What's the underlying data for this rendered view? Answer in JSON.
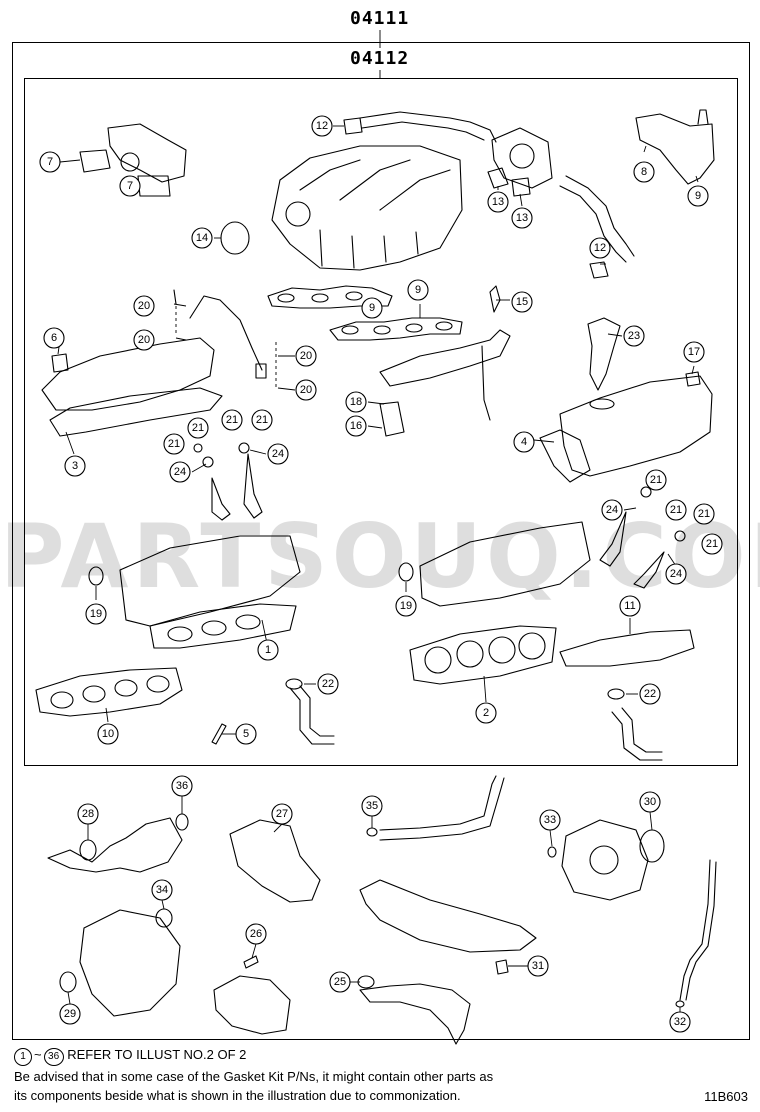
{
  "header": {
    "kit_outer": "04111",
    "kit_inner": "04112"
  },
  "watermark": "PARTSOUQ.COM",
  "callouts": [
    "1",
    "2",
    "3",
    "4",
    "5",
    "6",
    "7",
    "7",
    "8",
    "9",
    "9",
    "9",
    "10",
    "11",
    "12",
    "12",
    "13",
    "13",
    "14",
    "15",
    "16",
    "17",
    "18",
    "19",
    "19",
    "20",
    "20",
    "20",
    "20",
    "21",
    "21",
    "21",
    "21",
    "21",
    "21",
    "21",
    "22",
    "22",
    "23",
    "24",
    "24",
    "24",
    "24",
    "25",
    "26",
    "27",
    "28",
    "29",
    "30",
    "31",
    "32",
    "33",
    "34",
    "35",
    "36"
  ],
  "footer": {
    "range_from": "1",
    "range_tilde": "~",
    "range_to": "36",
    "range_text": "REFER TO ILLUST NO.2 OF 2",
    "advisory_line1": "Be advised that in some case of the Gasket Kit P/Ns,  it might contain other parts as",
    "advisory_line2": "its components beside what is shown in the illustration due to commonization.",
    "illustration_code": "11B603"
  }
}
